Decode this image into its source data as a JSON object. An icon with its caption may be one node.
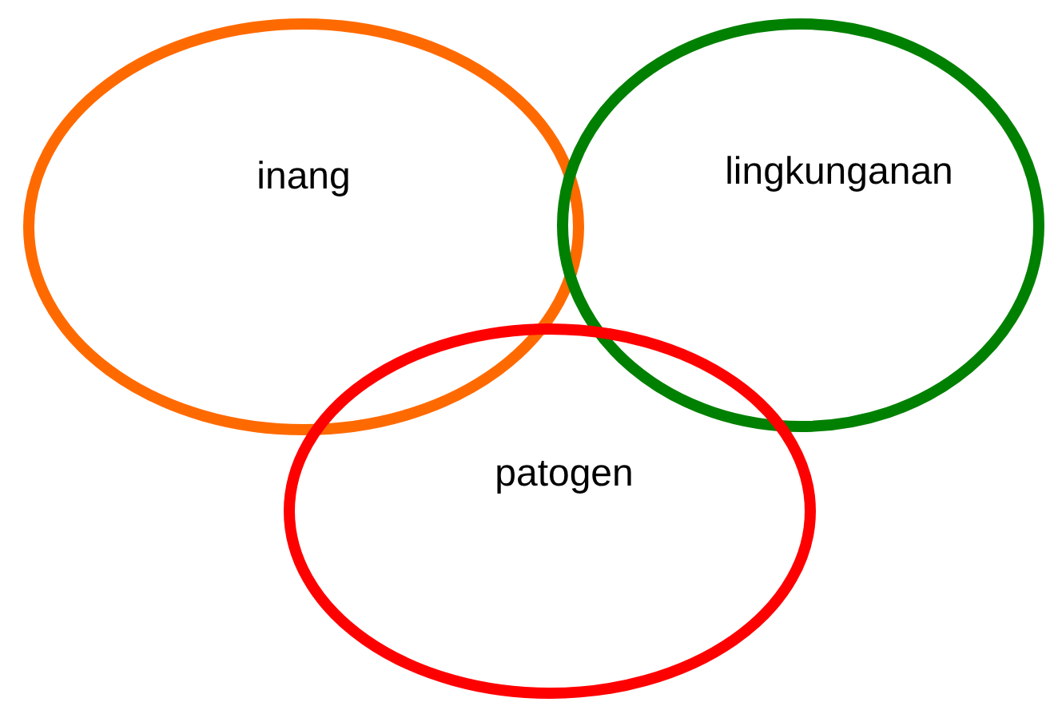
{
  "diagram": {
    "nodes": [
      {
        "text": [
          "inang"
        ]
      },
      {
        "text": [
          "lingkunganan"
        ]
      },
      {
        "text": [
          "patogen"
        ]
      }
    ]
  }
}
